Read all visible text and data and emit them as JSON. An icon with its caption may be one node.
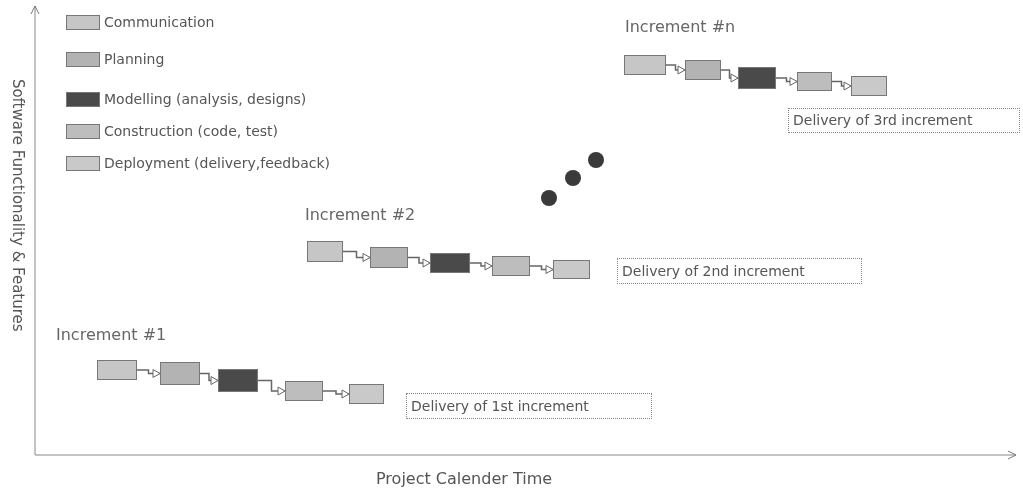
{
  "diagram": {
    "nodes": [
      {
        "text": [],
        "shape": "box"
      },
      {
        "text": [],
        "shape": "box"
      },
      {
        "text": [],
        "shape": "box"
      },
      {
        "text": [],
        "shape": "box"
      },
      {
        "text": [],
        "shape": "box"
      },
      {
        "text": [
          "Delivery of 3rd increment"
        ]
      },
      {
        "text": [],
        "shape": "box"
      },
      {
        "text": [],
        "shape": "box"
      },
      {
        "text": [],
        "shape": "box"
      },
      {
        "text": [],
        "shape": "box"
      },
      {
        "text": [],
        "shape": "box"
      },
      {
        "text": [
          "Delivery of 2nd increment"
        ]
      },
      {
        "text": [],
        "shape": "box"
      },
      {
        "text": [],
        "shape": "box"
      },
      {
        "text": [],
        "shape": "box"
      },
      {
        "text": [],
        "shape": "box"
      },
      {
        "text": [],
        "shape": "box"
      },
      {
        "text": [
          "Delivery of 1st increment"
        ]
      }
    ],
    "edges": [
      {
        "from": 0,
        "to": 1,
        "arrow": "to"
      },
      {
        "from": 1,
        "to": 2,
        "arrow": "to"
      },
      {
        "from": 2,
        "to": 3,
        "arrow": "to"
      },
      {
        "from": 3,
        "to": 4,
        "arrow": "to"
      },
      {
        "from": 6,
        "to": 7,
        "arrow": "to"
      },
      {
        "from": 7,
        "to": 8,
        "arrow": "to"
      },
      {
        "from": 8,
        "to": 9,
        "arrow": "to"
      },
      {
        "from": 9,
        "to": 10,
        "arrow": "to"
      },
      {
        "from": 12,
        "to": 13,
        "arrow": "to"
      },
      {
        "from": 13,
        "to": 14,
        "arrow": "to"
      },
      {
        "from": 14,
        "to": 15,
        "arrow": "to"
      },
      {
        "from": 15,
        "to": 16,
        "arrow": "to"
      }
    ],
    "labels": [
      "Increment #n",
      "Increment #2",
      "Increment #1",
      "Software Functionality & Features",
      "Project Calender Time"
    ],
    "legend": [
      {
        "text": "Communication",
        "color": "#c6c6c6"
      },
      {
        "text": "Planning",
        "color": "#b3b3b3"
      },
      {
        "text": "Modelling (analysis, designs)",
        "color": "#4a4a4a"
      },
      {
        "text": "Construction (code, test)",
        "color": "#bdbdbd"
      },
      {
        "text": "Deployment (delivery,feedback)",
        "color": "#c9c9c9"
      }
    ]
  }
}
